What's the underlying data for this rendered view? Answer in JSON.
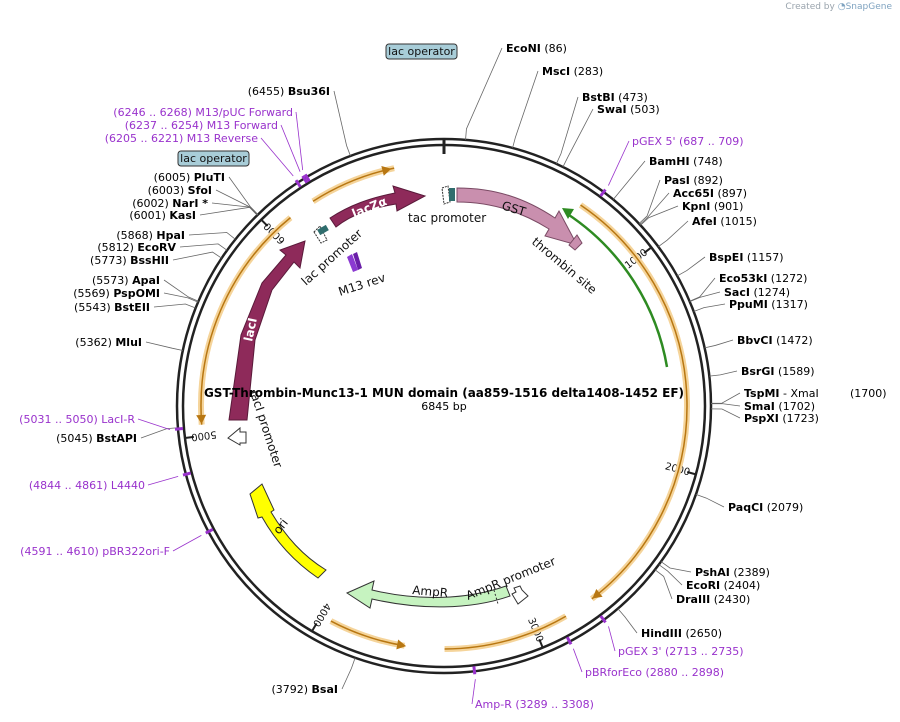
{
  "credit": {
    "prefix": "Created by",
    "brand": "SnapGene"
  },
  "plasmid": {
    "name": "GST-Thrombin-Munc13-1 MUN domain (aa859-1516 delta1408-1452 EF)",
    "length": 6845,
    "length_label": "6845 bp"
  },
  "ticks": [
    "1000",
    "2000",
    "3000",
    "4000",
    "5000",
    "6000"
  ],
  "colors": {
    "enzyme": "#000000",
    "primer": "#9932CC",
    "backbone": "#222222",
    "orange": "#E8A33A",
    "lacI": "#8E2A5A",
    "lacZa": "#8E2A5A",
    "gst": "#C98FAE",
    "ampr": "#C6F3C0",
    "ori": "#FFFF00",
    "green_arc": "#2E8B22",
    "tag_fill": "#A8CDD8"
  },
  "tags": [
    {
      "id": "tag1",
      "label": "lac operator"
    },
    {
      "id": "tag2",
      "label": "lac operator"
    }
  ],
  "features": [
    {
      "id": "f_lacI",
      "label": "lacI"
    },
    {
      "id": "f_laciprom",
      "label": "lacI promoter"
    },
    {
      "id": "f_lacprom",
      "label": "lac promoter"
    },
    {
      "id": "f_lacza",
      "label": "lacZα"
    },
    {
      "id": "f_tacprom",
      "label": "tac promoter"
    },
    {
      "id": "f_gst",
      "label": "GST"
    },
    {
      "id": "f_thrombin",
      "label": "thrombin site"
    },
    {
      "id": "f_m13rev",
      "label": "M13 rev"
    },
    {
      "id": "f_ampr",
      "label": "AmpR"
    },
    {
      "id": "f_amprprom",
      "label": "AmpR promoter"
    },
    {
      "id": "f_ori",
      "label": "ori"
    }
  ],
  "enzymes": [
    {
      "name": "EcoNI",
      "pos": "(86)"
    },
    {
      "name": "MscI",
      "pos": "(283)"
    },
    {
      "name": "BstBI",
      "pos": "(473)"
    },
    {
      "name": "SwaI",
      "pos": "(503)"
    },
    {
      "name": "BamHI",
      "pos": "(748)"
    },
    {
      "name": "PasI",
      "pos": "(892)"
    },
    {
      "name": "Acc65I",
      "pos": "(897)"
    },
    {
      "name": "KpnI",
      "pos": "(901)"
    },
    {
      "name": "AfeI",
      "pos": "(1015)"
    },
    {
      "name": "BspEI",
      "pos": "(1157)"
    },
    {
      "name": "Eco53kI",
      "pos": "(1272)"
    },
    {
      "name": "SacI",
      "pos": "(1274)"
    },
    {
      "name": "PpuMI",
      "pos": "(1317)"
    },
    {
      "name": "BbvCI",
      "pos": "(1472)"
    },
    {
      "name": "BsrGI",
      "pos": "(1589)"
    },
    {
      "name": "TspMI",
      "pos": "- XmaI"
    },
    {
      "name": "SmaI",
      "pos": "(1702)"
    },
    {
      "name": "PspXI",
      "pos": "(1723)"
    },
    {
      "name": "PaqCI",
      "pos": "(2079)"
    },
    {
      "name": "PshAI",
      "pos": "(2389)"
    },
    {
      "name": "EcoRI",
      "pos": "(2404)"
    },
    {
      "name": "DraIII",
      "pos": "(2430)"
    },
    {
      "name": "HindIII",
      "pos": "(2650)"
    },
    {
      "name": "BsaI",
      "pos": "(3792)"
    },
    {
      "name": "BstAPI",
      "pos": "(5045)"
    },
    {
      "name": "MluI",
      "pos": "(5362)"
    },
    {
      "name": "BstEII",
      "pos": "(5543)"
    },
    {
      "name": "PspOMI",
      "pos": "(5569)"
    },
    {
      "name": "ApaI",
      "pos": "(5573)"
    },
    {
      "name": "BssHII",
      "pos": "(5773)"
    },
    {
      "name": "EcoRV",
      "pos": "(5812)"
    },
    {
      "name": "HpaI",
      "pos": "(5868)"
    },
    {
      "name": "KasI",
      "pos": "(6001)"
    },
    {
      "name": "NarI *",
      "pos": "(6002)"
    },
    {
      "name": "SfoI",
      "pos": "(6003)"
    },
    {
      "name": "PluTI",
      "pos": "(6005)"
    },
    {
      "name": "Bsu36I",
      "pos": "(6455)"
    }
  ],
  "xmaI_pos": "(1700)",
  "primers": [
    {
      "name": "pGEX 5'",
      "range": "(687 .. 709)"
    },
    {
      "name": "pGEX 3'",
      "range": "(2713 .. 2735)"
    },
    {
      "name": "pBRforEco",
      "range": "(2880 .. 2898)"
    },
    {
      "name": "Amp-R",
      "range": "(3289 .. 3308)"
    },
    {
      "name": "pBR322ori-F",
      "range": "(4591 .. 4610)"
    },
    {
      "name": "L4440",
      "range": "(4844 .. 4861)"
    },
    {
      "name": "LacI-R",
      "range": "(5031 .. 5050)"
    },
    {
      "name": "M13 Reverse",
      "range": "(6205 .. 6221)"
    },
    {
      "name": "M13 Forward",
      "range": "(6237 .. 6254)"
    },
    {
      "name": "M13/pUC Forward",
      "range": "(6246 .. 6268)"
    }
  ]
}
